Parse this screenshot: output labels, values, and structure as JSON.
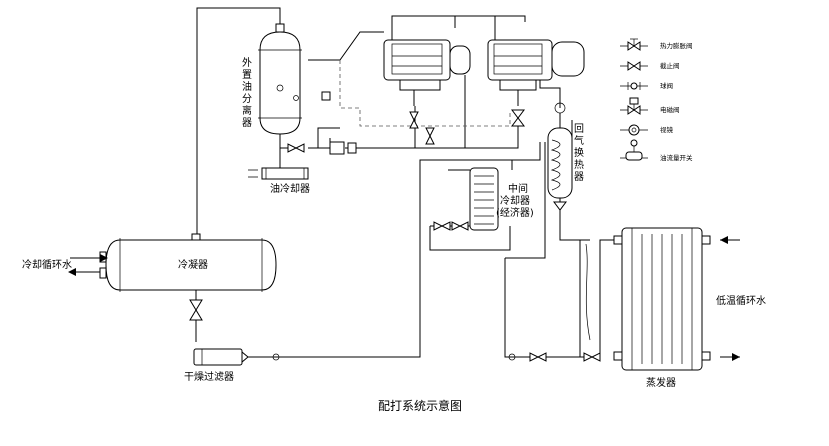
{
  "title": "配打系统示意图",
  "labels": {
    "oil_separator": [
      "外",
      "置",
      "油",
      "分",
      "离",
      "器"
    ],
    "oil_cooler": "油冷却器",
    "condenser": "冷凝器",
    "cooling_water": "冷却循环水",
    "filter_drier": "干燥过滤器",
    "intermediate_cooler": [
      "中间",
      "冷却器",
      "(经济器)"
    ],
    "gas_hx": [
      "回",
      "气",
      "换",
      "热",
      "器"
    ],
    "evaporator": "蒸发器",
    "low_temp_water": "低温循环水"
  },
  "legend": [
    {
      "icon": "thermal-expansion-valve-icon",
      "label": "热力膨胀阀"
    },
    {
      "icon": "stop-valve-icon",
      "label": "截止阀"
    },
    {
      "icon": "ball-valve-icon",
      "label": "球阀"
    },
    {
      "icon": "solenoid-valve-icon",
      "label": "电磁阀"
    },
    {
      "icon": "sight-glass-icon",
      "label": "视镜"
    },
    {
      "icon": "flow-switch-icon",
      "label": "油流量开关"
    }
  ]
}
